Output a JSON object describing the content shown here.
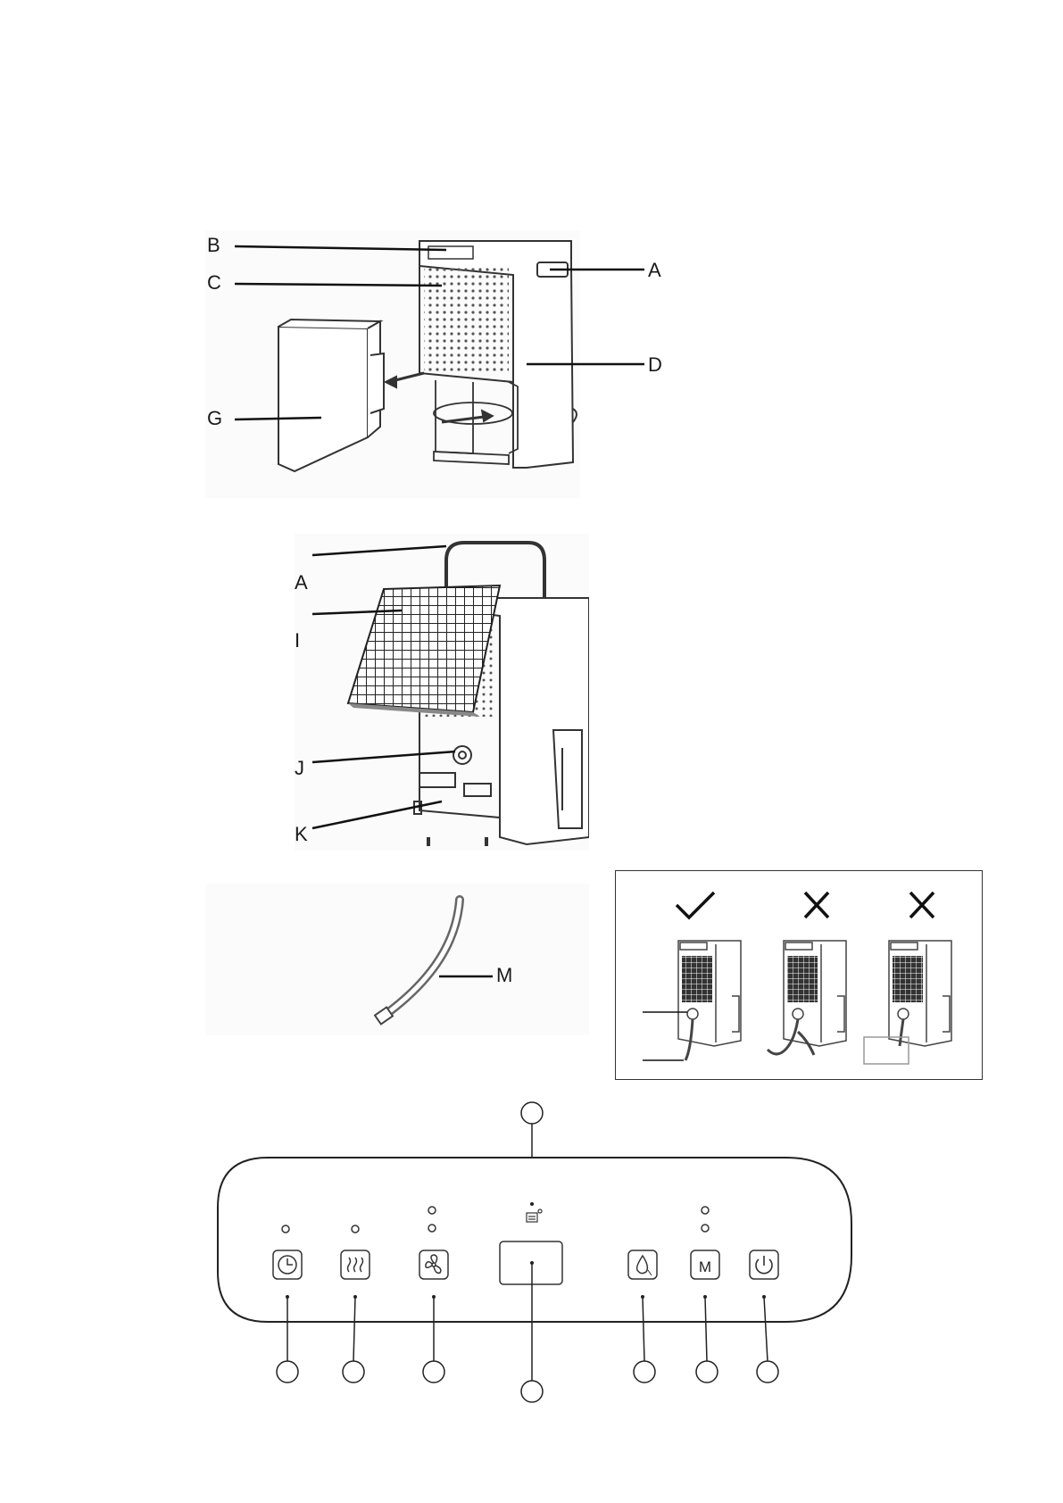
{
  "figure1": {
    "callouts": [
      "B",
      "C",
      "A",
      "D",
      "G"
    ]
  },
  "figure2": {
    "callouts": [
      "A",
      "I",
      "J",
      "K"
    ]
  },
  "figure3": {
    "callouts": [
      "M"
    ]
  },
  "drain_diagram": {
    "marks": [
      "correct",
      "wrong",
      "wrong"
    ],
    "mark_icons": [
      "check-icon",
      "cross-icon",
      "cross-icon"
    ]
  },
  "control_panel": {
    "m_button_label": "M",
    "buttons": [
      "clock-icon",
      "heater-icon",
      "fan-icon",
      "humidity-icon",
      "mode-button",
      "power-icon"
    ]
  },
  "colors": {
    "line": "#1a1a1a",
    "drawing": "#444444",
    "panel_border": "#222222"
  }
}
